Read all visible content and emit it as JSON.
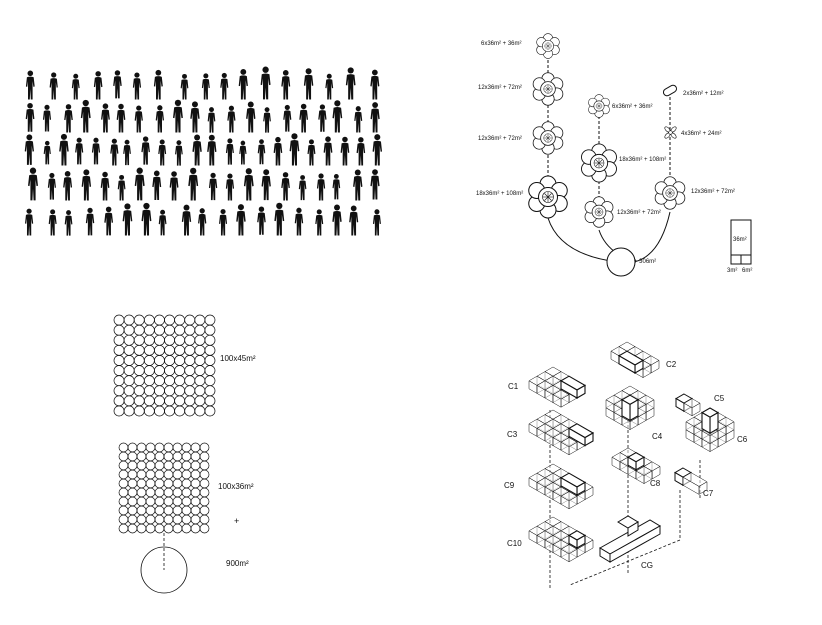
{
  "colors": {
    "ink": "#111111",
    "paper": "#ffffff"
  },
  "people": {
    "rows": [
      17,
      20,
      22,
      20,
      19
    ]
  },
  "growth_tree": {
    "labels": {
      "a1": "6x36m² + 36m²",
      "a2": "12x36m² + 72m²",
      "a3": "12x36m² + 72m²",
      "a4": "18x36m² + 108m²",
      "b1": "6x36m² + 36m²",
      "b2": "18x36m² + 108m²",
      "b3": "12x36m² + 72m²",
      "c1": "2x36m² + 12m²",
      "c2": "4x36m² + 24m²",
      "c3": "12x36m² + 72m²",
      "root": "+ 306m²"
    },
    "legend": {
      "area": "36m²",
      "left": "3m²",
      "right": "6m²"
    }
  },
  "area_compare": {
    "grid_a": {
      "rows": 10,
      "cols": 10,
      "label": "100x45m²"
    },
    "grid_b": {
      "rows": 10,
      "cols": 10,
      "label": "100x36m²"
    },
    "plus": "+",
    "big": {
      "label": "900m²"
    }
  },
  "modules": {
    "items": [
      {
        "id": "C1"
      },
      {
        "id": "C2"
      },
      {
        "id": "C3"
      },
      {
        "id": "C4"
      },
      {
        "id": "C5"
      },
      {
        "id": "C6"
      },
      {
        "id": "C7"
      },
      {
        "id": "C8"
      },
      {
        "id": "C9"
      },
      {
        "id": "C10"
      },
      {
        "id": "CG"
      }
    ]
  }
}
